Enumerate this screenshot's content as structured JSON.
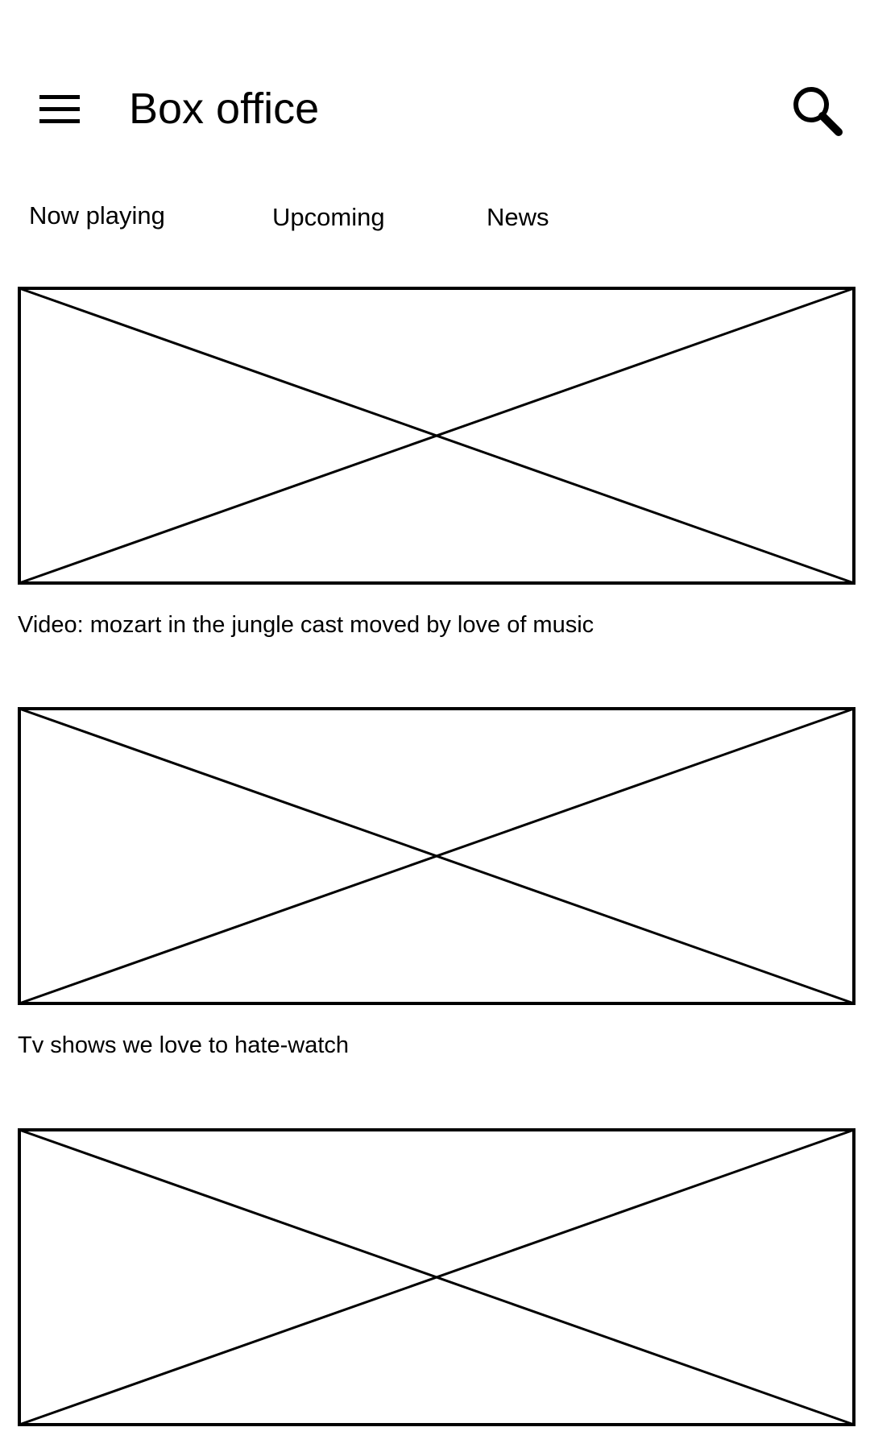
{
  "appbar": {
    "title": "Box office",
    "menu_icon": "hamburger-menu-icon",
    "search_icon": "search-icon"
  },
  "tabs": [
    {
      "label": "Now playing"
    },
    {
      "label": "Upcoming"
    },
    {
      "label": "News"
    }
  ],
  "articles": [
    {
      "caption": "Video: mozart in the jungle cast moved by love of music",
      "image": "image-placeholder"
    },
    {
      "caption": "Tv shows we love to hate-watch",
      "image": "image-placeholder"
    },
    {
      "caption": "",
      "image": "image-placeholder"
    }
  ]
}
